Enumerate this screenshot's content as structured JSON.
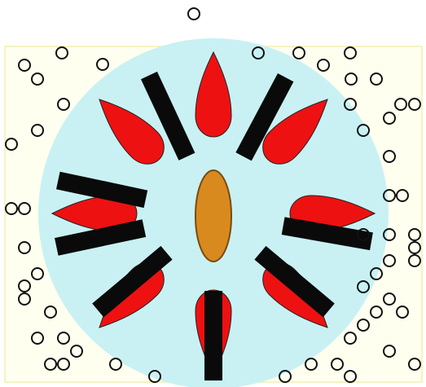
{
  "colors": {
    "background": "#ffffff",
    "panel_fill": "#fffff0",
    "panel_border": "#f3efb0",
    "cell_fill": "#c9f1f3",
    "petal_fill": "#ee1111",
    "petal_stroke": "#222222",
    "bar_fill": "#0a0a0a",
    "nucleus_fill": "#d98a1e",
    "nucleus_stroke": "#7a4a10",
    "particle_stroke": "#111111"
  },
  "icons": {
    "cell": "circle-cell-icon",
    "petal": "teardrop-petal-icon",
    "bar": "black-bar-icon",
    "nucleus": "oval-nucleus-icon",
    "particle": "ring-particle-icon"
  },
  "counts": {
    "petals": 8,
    "bars": 8,
    "particles": 55
  }
}
